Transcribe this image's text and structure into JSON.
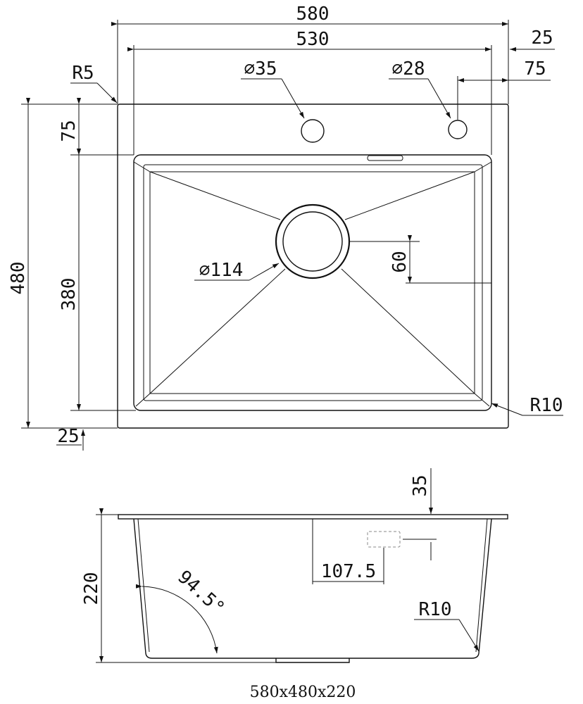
{
  "dimensions": {
    "overall_width": "580",
    "bowl_width": "530",
    "right_offset_top": "25",
    "right_tap_offset": "75",
    "corner_radius_top": "R5",
    "hole_left_diameter": "⌀35",
    "hole_right_diameter": "⌀28",
    "top_ledge": "75",
    "overall_depth": "480",
    "bowl_depth": "380",
    "drain_diameter": "⌀114",
    "drain_offset": "60",
    "bowl_corner_radius": "R10",
    "bottom_offset": "25",
    "rim_thickness": "35",
    "height": "220",
    "overflow_offset": "107.5",
    "wall_angle": "94.5°",
    "side_corner_radius": "R10"
  },
  "caption": "580x480x220"
}
